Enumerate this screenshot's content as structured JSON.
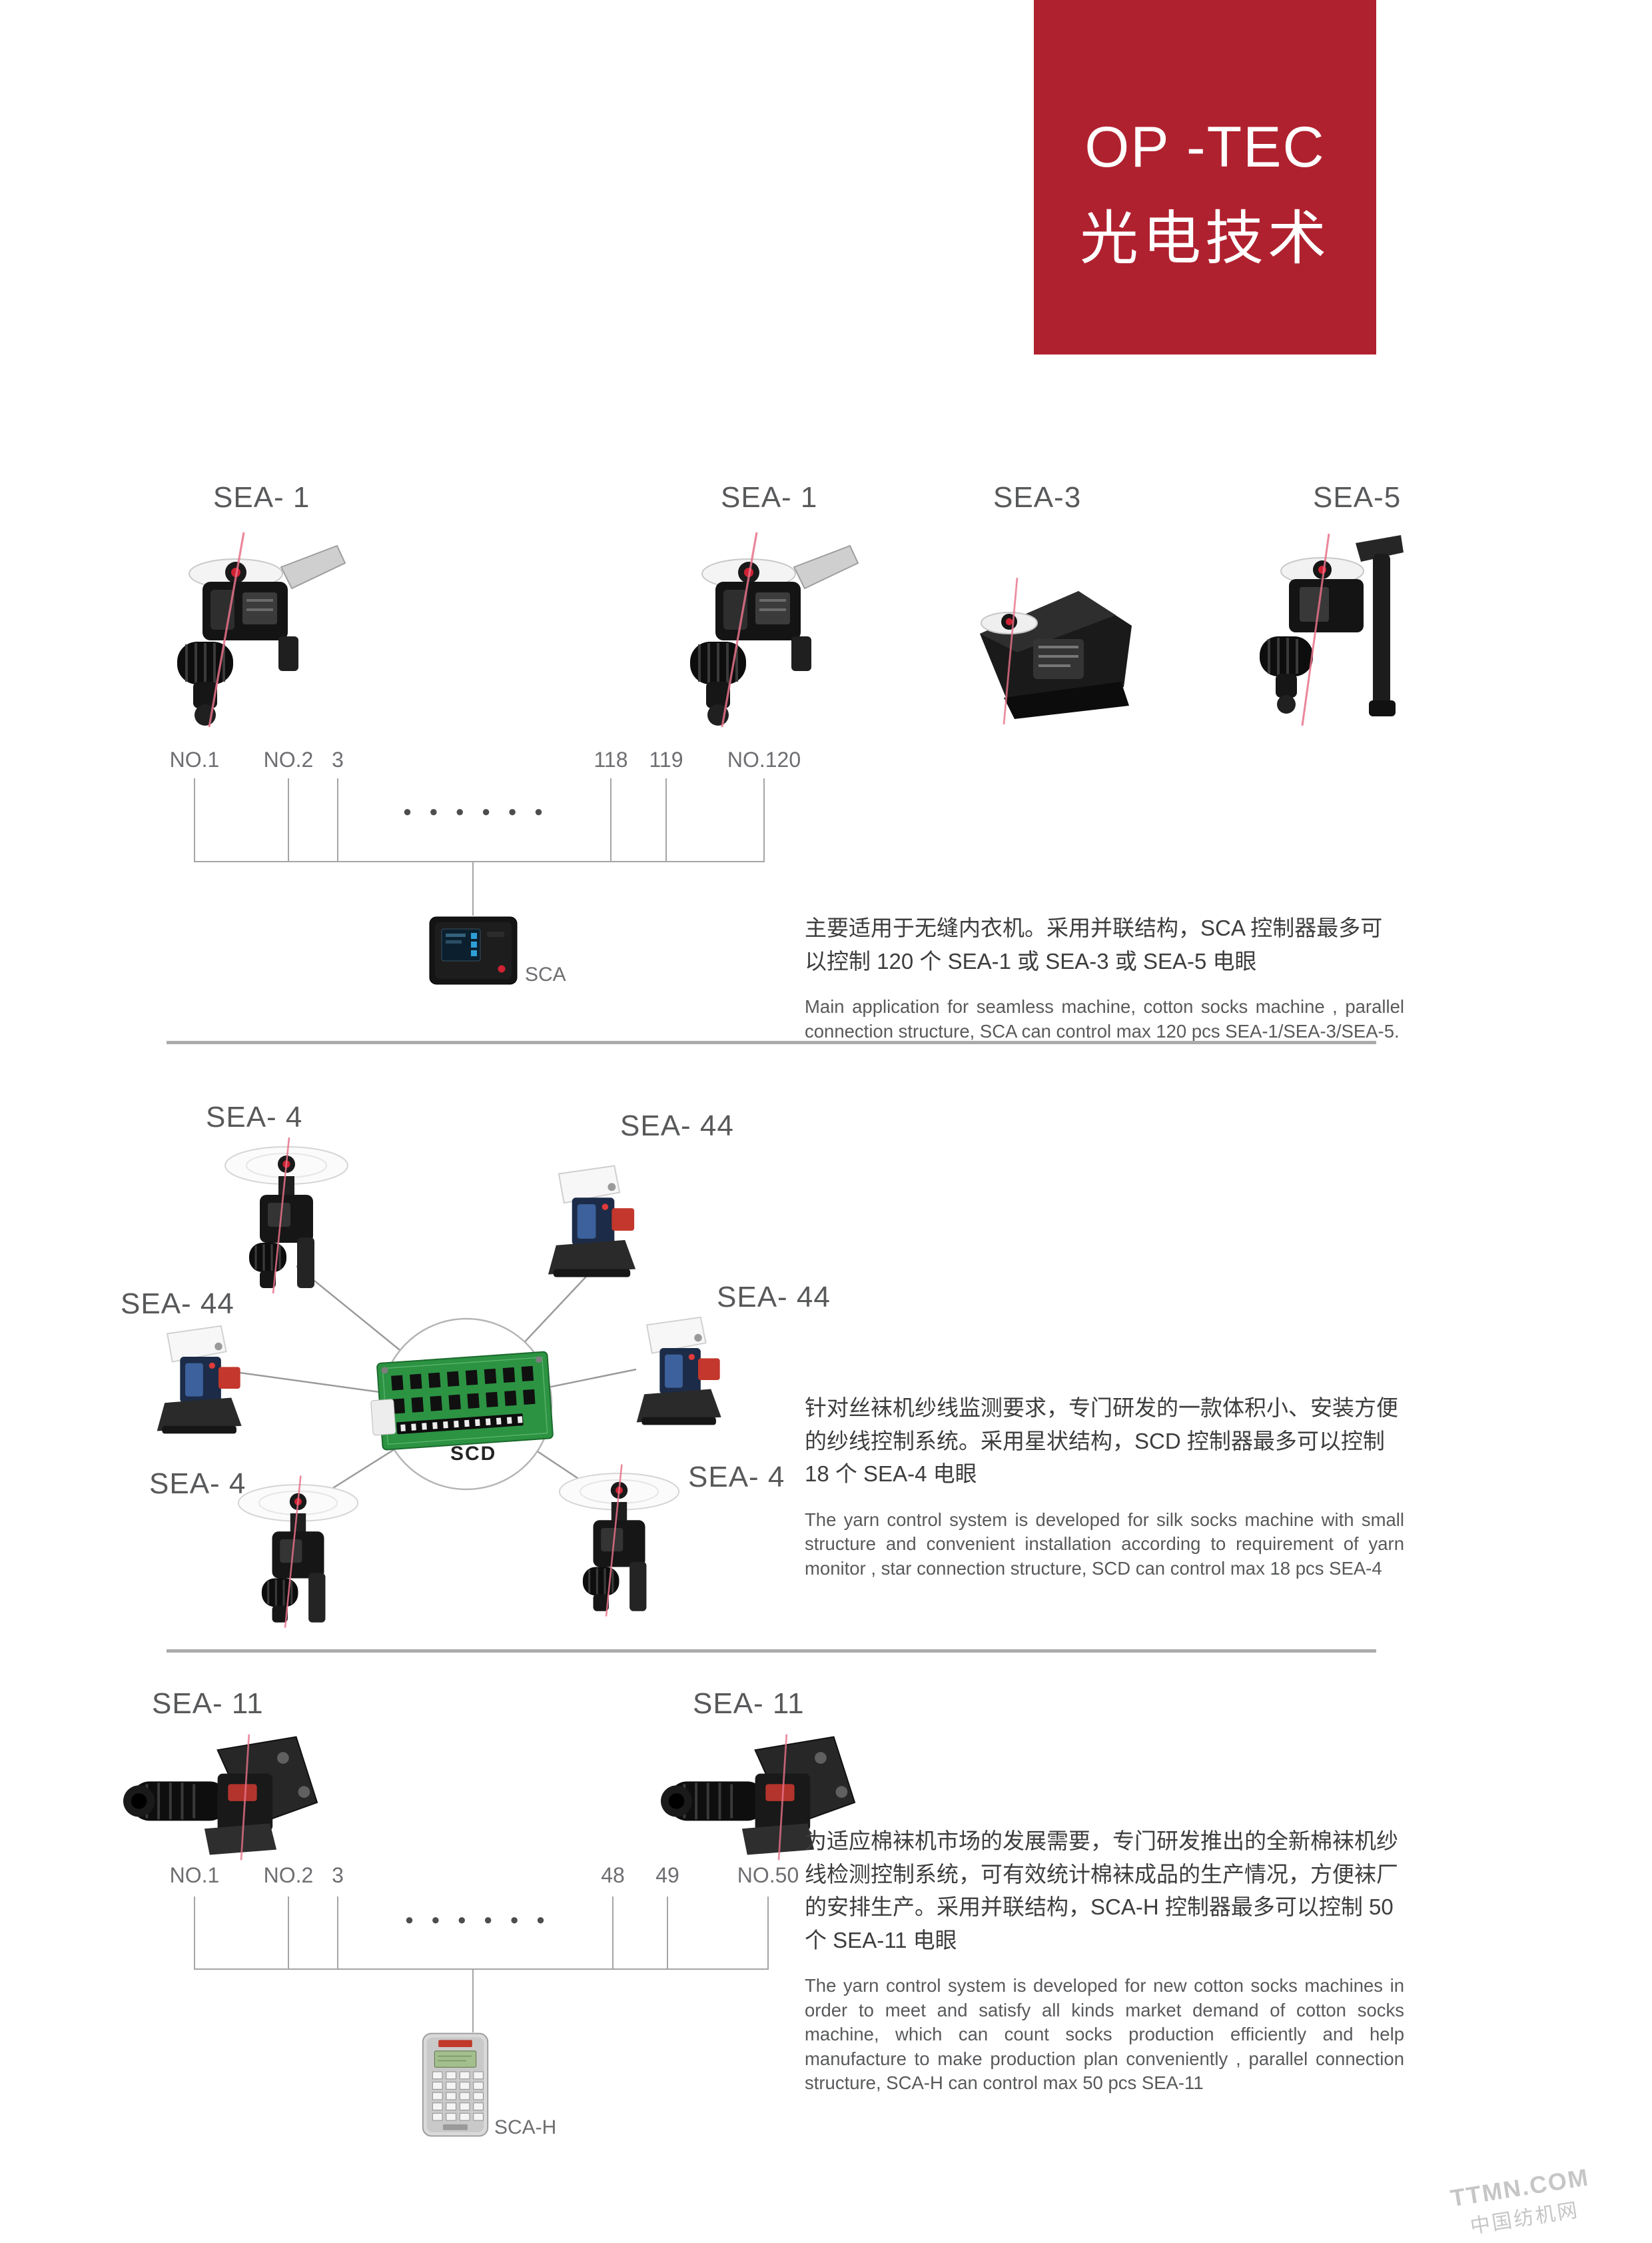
{
  "badge": {
    "title": "OP -TEC",
    "subtitle": "光电技术",
    "brand_red": "#b0212f"
  },
  "watermark": {
    "line1": "TTMN.COM",
    "line2": "中国纺机网"
  },
  "section1": {
    "device_labels": [
      "SEA- 1",
      "SEA- 1",
      "SEA-3",
      "SEA-5"
    ],
    "node_labels": [
      "NO.1",
      "NO.2",
      "3",
      "118",
      "119",
      "NO.120"
    ],
    "ellipsis_dots": "● ● ● ● ● ●",
    "controller_label": "SCA",
    "desc_zh": "主要适用于无缝内衣机。采用并联结构，SCA 控制器最多可以控制 120 个 SEA-1 或 SEA-3 或 SEA-5 电眼",
    "desc_en": "Main application for seamless machine, cotton socks machine , parallel connection structure, SCA can control max 120 pcs SEA-1/SEA-3/SEA-5."
  },
  "section2": {
    "device_labels": [
      "SEA- 4",
      "SEA- 44",
      "SEA- 44",
      "SEA- 44",
      "SEA- 4",
      "SEA- 4"
    ],
    "controller_label": "SCD",
    "desc_zh": "针对丝袜机纱线监测要求，专门研发的一款体积小、安装方便的纱线控制系统。采用星状结构，SCD 控制器最多可以控制 18 个 SEA-4 电眼",
    "desc_en": "The yarn control system is developed for silk socks machine with small structure and convenient installation according to requirement of yarn monitor , star connection structure, SCD can control max 18 pcs SEA-4"
  },
  "section3": {
    "device_labels": [
      "SEA- 11",
      "SEA- 11"
    ],
    "node_labels": [
      "NO.1",
      "NO.2",
      "3",
      "48",
      "49",
      "NO.50"
    ],
    "ellipsis_dots": "● ● ● ● ● ●",
    "controller_label": "SCA-H",
    "desc_zh": "为适应棉袜机市场的发展需要，专门研发推出的全新棉袜机纱线检测控制系统，可有效统计棉袜成品的生产情况，方便袜厂的安排生产。采用并联结构，SCA-H 控制器最多可以控制 50 个 SEA-11 电眼",
    "desc_en": "The yarn control system is developed for new cotton socks machines in order to meet and satisfy all kinds market demand of cotton socks machine, which can count socks production efficiently and help manufacture to make production plan conveniently , parallel connection structure, SCA-H can control max 50 pcs SEA-11"
  }
}
